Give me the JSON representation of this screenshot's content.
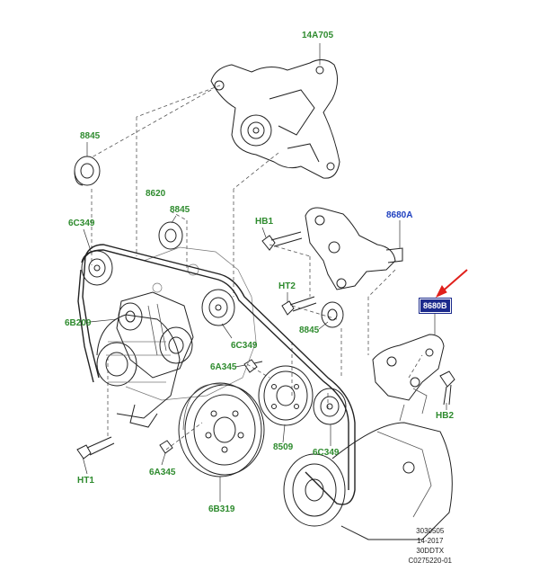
{
  "parts": {
    "p14A705": "14A705",
    "p8845_top": "8845",
    "p8620": "8620",
    "p8845_mid": "8845",
    "p6C349_left": "6C349",
    "pHB1": "HB1",
    "p8680A": "8680A",
    "p6B209": "6B209",
    "pHT2": "HT2",
    "p8680B": "8680B",
    "p8845_right": "8845",
    "p6C349_mid": "6C349",
    "p6A345_top": "6A345",
    "pHB2": "HB2",
    "p8509": "8509",
    "p6C349_low": "6C349",
    "pHT1": "HT1",
    "p6A345_low": "6A345",
    "p6B319": "6B319"
  },
  "info_block": [
    "3030505",
    "14-2017",
    "30DDTX",
    "C0275220-01"
  ],
  "colors": {
    "part_label": "#2e8b2e",
    "assembly_label": "#1e3fbf",
    "highlight": "#1b2a8c",
    "arrow": "#e0201b"
  }
}
